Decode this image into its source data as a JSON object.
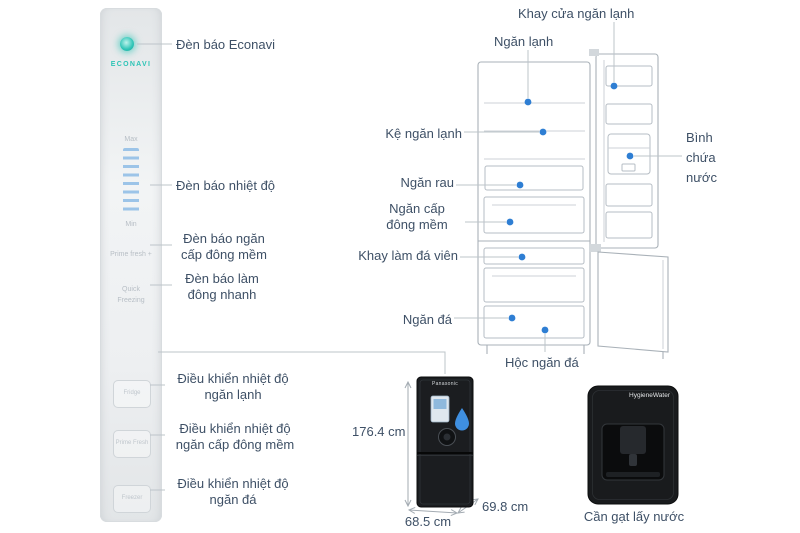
{
  "colors": {
    "accent_blue": "#2e7ed3",
    "econavi_teal": "#2ec4b6",
    "label_text": "#3e5066"
  },
  "panel": {
    "econavi": "ECONAVI",
    "max": "Max",
    "min": "Min",
    "prime_fresh_indicator": "Prime fresh +",
    "quick_freezing": "Quick Freezing",
    "fridge_btn": "Fridge",
    "prime_fresh_btn": "Prime Fresh",
    "freezer_btn": "Freezer"
  },
  "panel_callouts": {
    "econavi": "Đèn báo Econavi",
    "temperature": "Đèn báo nhiệt độ",
    "soft_freeze": "Đèn báo ngăn cấp đông mềm",
    "quick_freeze": "Đèn báo làm đông nhanh",
    "fridge_temp": "Điều khiển nhiệt độ ngăn lạnh",
    "soft_freeze_temp": "Điều khiển nhiệt độ ngăn cấp đông mềm",
    "freezer_temp": "Điều khiển nhiệt độ ngăn đá"
  },
  "fridge_callouts": {
    "door_tray": "Khay cửa ngăn lạnh",
    "fridge_compartment": "Ngăn lạnh",
    "fridge_shelf": "Kệ ngăn lạnh",
    "veg_drawer": "Ngăn rau",
    "soft_freeze_drawer": "Ngăn cấp đông mềm",
    "ice_tray": "Khay làm đá viên",
    "freezer": "Ngăn đá",
    "freezer_drawer": "Hộc ngăn đá",
    "water_tank": "Bình chứa nước"
  },
  "dimensions": {
    "height": "176.4 cm",
    "width": "68.5 cm",
    "depth": "69.8 cm"
  },
  "mini_fridge": {
    "brand": "Panasonic"
  },
  "dispenser": {
    "brand": "HygieneWater",
    "label": "Cần gạt lấy nước"
  }
}
